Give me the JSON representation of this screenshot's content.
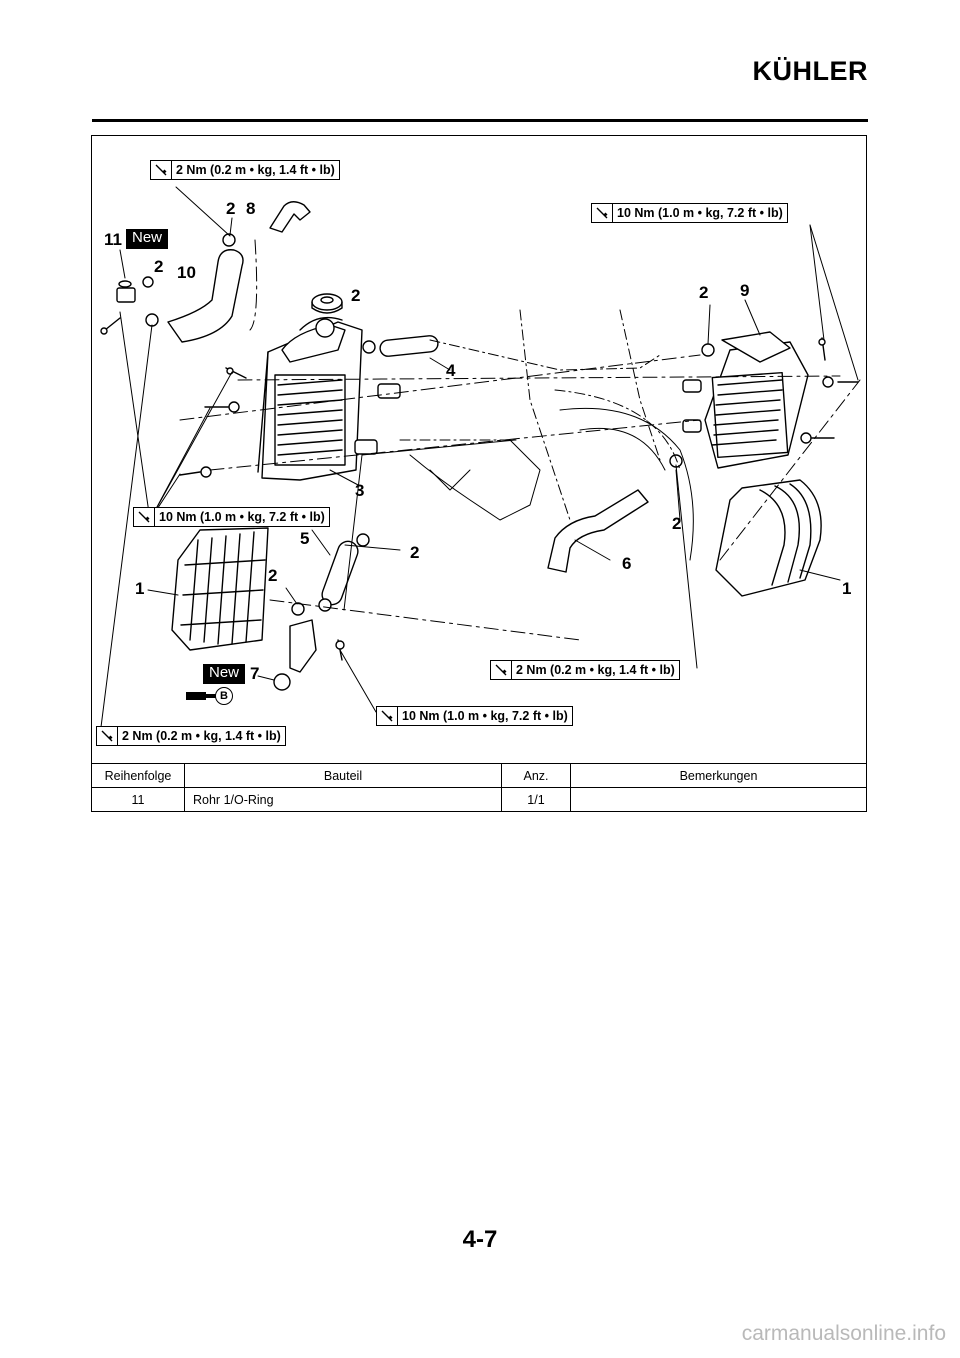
{
  "header": {
    "title": "KÜHLER"
  },
  "figure": {
    "torque_specs": {
      "top_left": "2 Nm (0.2 m • kg, 1.4 ft • lb)",
      "top_right": "10 Nm (1.0 m • kg, 7.2 ft • lb)",
      "mid_left": "10 Nm (1.0 m • kg, 7.2 ft • lb)",
      "mid_right": "2 Nm (0.2 m • kg, 1.4 ft • lb)",
      "bottom_mid": "10 Nm (1.0 m • kg, 7.2 ft • lb)",
      "bottom_left": "2 Nm (0.2 m • kg, 1.4 ft • lb)"
    },
    "callouts": {
      "c2_top": "2",
      "c8": "8",
      "c11": "11",
      "c2_left": "2",
      "c10": "10",
      "c2_tank": "2",
      "c2_right": "2",
      "c9": "9",
      "c4": "4",
      "c3": "3",
      "c5": "5",
      "c2_mid": "2",
      "c2_low": "2",
      "c1_left": "1",
      "c6": "6",
      "c2_hose": "2",
      "c1_right": "1",
      "c7": "7"
    },
    "new_label_1": "New",
    "new_label_2": "New",
    "sealant_label": "B"
  },
  "parts_table": {
    "headers": [
      "Reihenfolge",
      "Bauteil",
      "Anz.",
      "Bemerkungen"
    ],
    "rows": [
      {
        "order": "11",
        "part": "Rohr 1/O-Ring",
        "qty": "1/1",
        "remarks": ""
      }
    ]
  },
  "footer": {
    "page_number": "4-7",
    "watermark": "carmanualsonline.info"
  }
}
